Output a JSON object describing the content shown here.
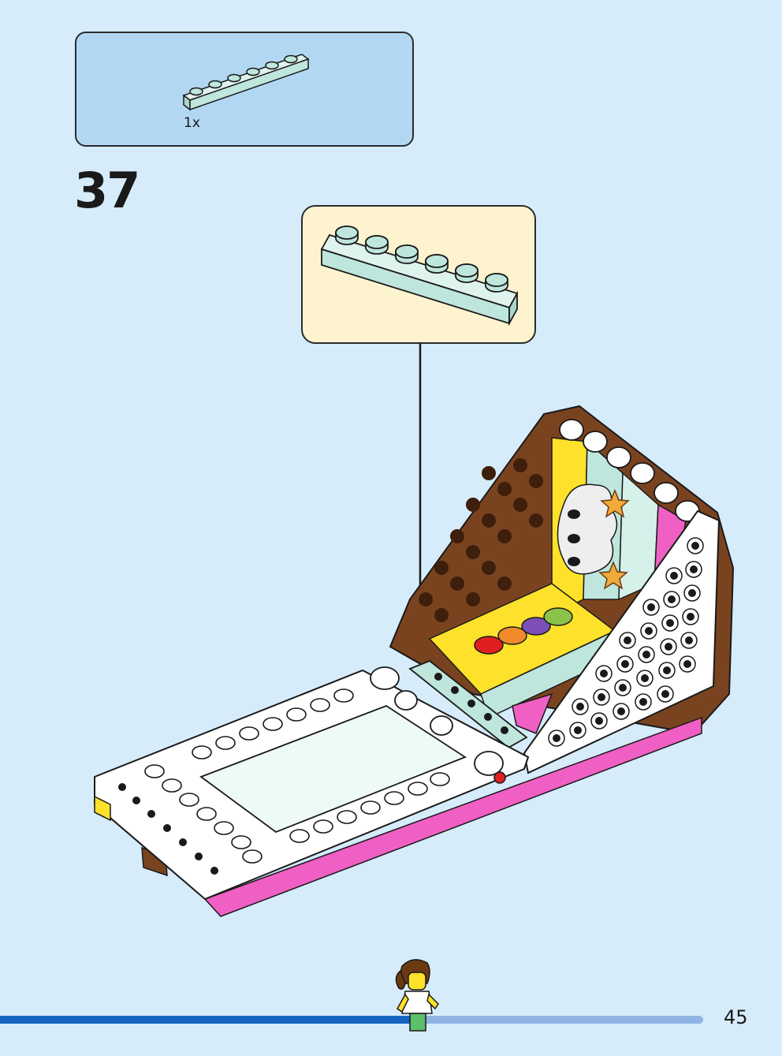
{
  "parts_list": {
    "items": [
      {
        "quantity": "1x",
        "part_icon": "plate-1x6-light-aqua-icon",
        "color": "#bfe6dc"
      }
    ]
  },
  "step": {
    "number": "37"
  },
  "callout": {
    "part_icon": "plate-1x6-light-aqua-icon"
  },
  "footer": {
    "page_number": "45",
    "progress": 0.59,
    "minifigure_icon": "minifigure-progress-icon"
  },
  "colors": {
    "background": "#d6ecfb",
    "parts_box": "#b2d7f3",
    "callout_box": "#fdf4cf",
    "brown": "#7a4320",
    "pink": "#f05fc4",
    "yellow": "#fde12a",
    "light_aqua": "#bfe6dc",
    "progress_done": "#1565c0",
    "progress_rest": "#8fb4e3"
  }
}
